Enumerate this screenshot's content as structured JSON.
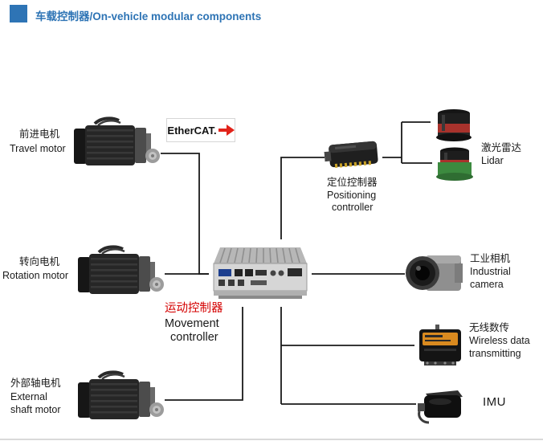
{
  "header": {
    "title": "车载控制器/On-vehicle modular components"
  },
  "ethercat": {
    "label": "EtherCAT."
  },
  "nodes": {
    "travel_motor": {
      "zh": "前进电机",
      "en": "Travel motor"
    },
    "rotation_motor": {
      "zh": "转向电机",
      "en": "Rotation motor"
    },
    "external_shaft_motor": {
      "zh": "外部轴电机",
      "en1": "External",
      "en2": "shaft motor"
    },
    "movement_controller": {
      "zh": "运动控制器",
      "en1": "Movement",
      "en2": "controller"
    },
    "positioning_controller": {
      "zh": "定位控制器",
      "en1": "Positioning",
      "en2": "controller"
    },
    "lidar": {
      "zh": "激光雷达",
      "en": "Lidar"
    },
    "industrial_camera": {
      "zh": "工业相机",
      "en1": "Industrial",
      "en2": "camera"
    },
    "wireless_data": {
      "zh": "无线数传",
      "en1": "Wireless data",
      "en2": "transmitting"
    },
    "imu": {
      "en": "IMU"
    }
  },
  "colors": {
    "title_blue": "#2e74b5",
    "bullet_square_blue": "#2e74b5",
    "movement_label_red": "#d40000",
    "ethercat_arrow_red": "#e2231a",
    "connector_line": "#1a1a1a",
    "lidar_red_band": "#a8322c",
    "lidar_green_base": "#3c8a3f",
    "wireless_orange": "#d98a1f"
  }
}
